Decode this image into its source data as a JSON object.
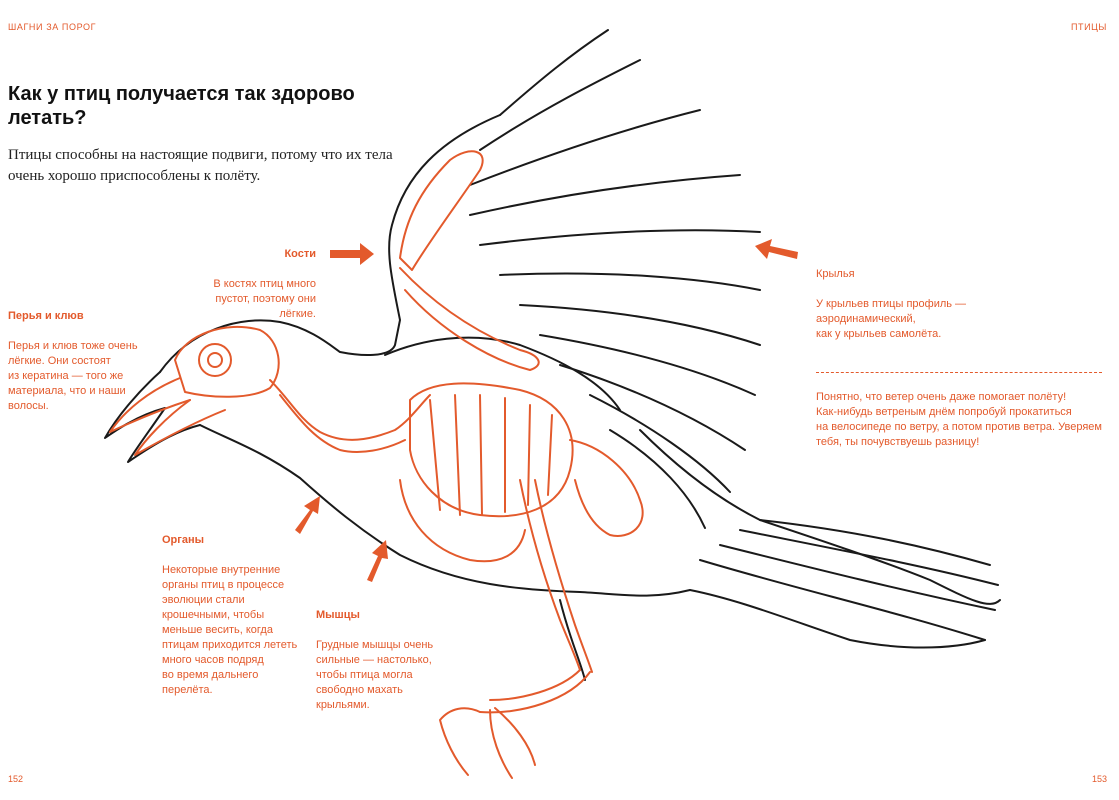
{
  "header": {
    "left": "ШАГНИ ЗА ПОРОГ",
    "right": "ПТИЦЫ"
  },
  "title": "Как у птиц получается так здорово летать?",
  "intro": "Птицы способны на настоящие подвиги, потому что их тела очень хорошо приспособлены к полёту.",
  "callouts": {
    "bones": {
      "heading": "Кости",
      "text": "В костях птиц много\nпустот, поэтому они\nлёгкие."
    },
    "feathers": {
      "heading": "Перья и клюв",
      "text": "Перья и клюв тоже очень\nлёгкие. Они состоят\nиз кератина — того же\nматериала, что и наши\nволосы."
    },
    "wings": {
      "heading": "Крылья",
      "text": "У крыльев птицы профиль —\nаэродинамический,\nкак у крыльев самолёта."
    },
    "organs": {
      "heading": "Органы",
      "text": "Некоторые внутренние\nорганы птиц в процессе\nэволюции стали\nкрошечными, чтобы\nменьше весить, когда\nптицам приходится лететь\nмного часов подряд\nво время дальнего\nперелёта."
    },
    "muscles": {
      "heading": "Мышцы",
      "text": "Грудные мышцы очень\nсильные — настолько,\nчтобы птица могла\nсвободно махать\nкрыльями."
    }
  },
  "tip": "Понятно, что ветер очень даже помогает полёту!\nКак-нибудь ветреным днём попробуй прокатиться\nна велосипеде по ветру, а потом против ветра. Уверяем\nтебя, ты почувствуешь разницу!",
  "page_numbers": {
    "left": "152",
    "right": "153"
  },
  "colors": {
    "accent": "#e35a2c",
    "line": "#1a1a1a"
  }
}
